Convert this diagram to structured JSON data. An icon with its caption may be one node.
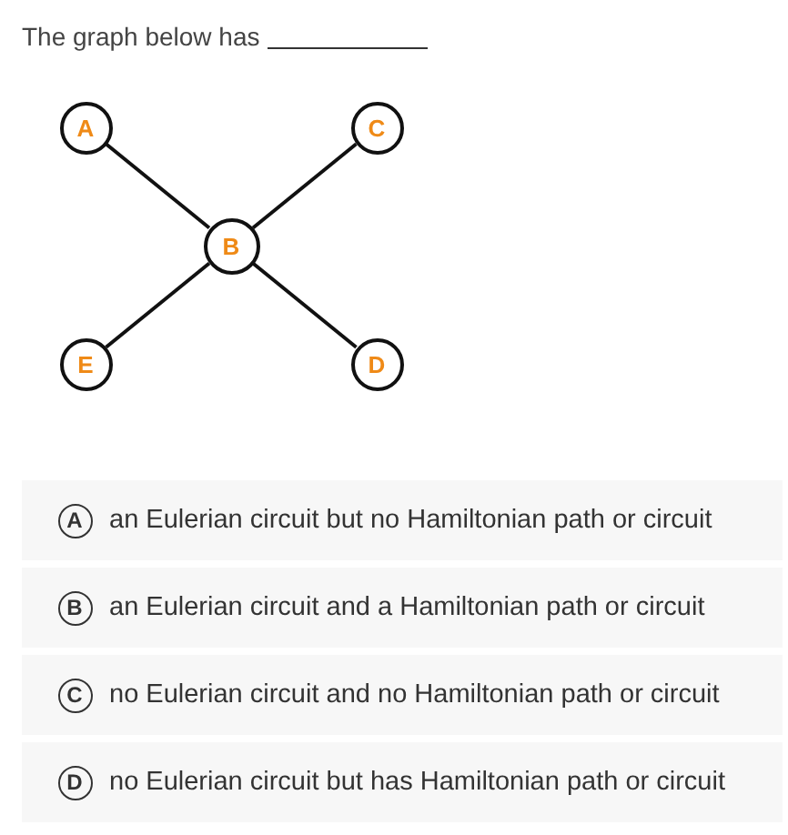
{
  "diagram": {
    "title": "The graph below has",
    "nodes": [
      {
        "text": [
          "A"
        ]
      },
      {
        "text": [
          "C"
        ]
      },
      {
        "text": [
          "B"
        ]
      },
      {
        "text": [
          "E"
        ]
      },
      {
        "text": [
          "D"
        ]
      },
      {
        "text": [
          "an Eulerian circuit but no Hamiltonian path or circuit"
        ]
      },
      {
        "text": [
          "A"
        ],
        "in": 5
      },
      {
        "text": [
          "an Eulerian circuit and a Hamiltonian path or circuit"
        ]
      },
      {
        "text": [
          "B"
        ],
        "in": 7
      },
      {
        "text": [
          "no Eulerian circuit and no Hamiltonian path or circuit"
        ]
      },
      {
        "text": [
          "C"
        ],
        "in": 9
      },
      {
        "text": [
          "no Eulerian circuit but has Hamiltonian path or circuit"
        ]
      },
      {
        "text": [
          "D"
        ],
        "in": 11
      }
    ],
    "edges": [
      {
        "from": 0,
        "to": 2,
        "arrow": "none"
      },
      {
        "from": 1,
        "to": 2,
        "arrow": "none"
      },
      {
        "from": 2,
        "to": 3,
        "arrow": "none"
      },
      {
        "from": 2,
        "to": 4,
        "arrow": "none"
      }
    ]
  }
}
